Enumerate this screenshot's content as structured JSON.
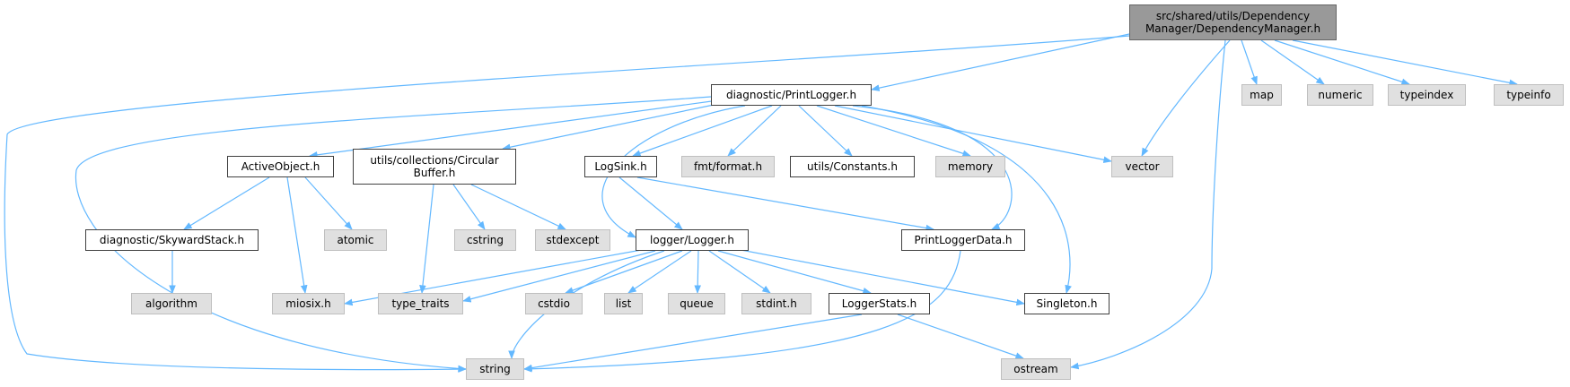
{
  "colors": {
    "edge": "#63b8ff",
    "node_border": "#404040",
    "external_fill": "#e0e0e0",
    "external_border": "#bfbfbf",
    "root_fill": "#999999"
  },
  "nodes": {
    "root": "src/shared/utils/Dependency\nManager/DependencyManager.h",
    "printlogger": "diagnostic/PrintLogger.h",
    "map": "map",
    "numeric": "numeric",
    "typeindex": "typeindex",
    "typeinfo": "typeinfo",
    "activeobject": "ActiveObject.h",
    "circularbuffer": "utils/collections/Circular\nBuffer.h",
    "logsink": "LogSink.h",
    "fmtformat": "fmt/format.h",
    "constants": "utils/Constants.h",
    "memory": "memory",
    "vector": "vector",
    "skywardstack": "diagnostic/SkywardStack.h",
    "atomic": "atomic",
    "cstring": "cstring",
    "stdexcept": "stdexcept",
    "logger": "logger/Logger.h",
    "printloggerdata": "PrintLoggerData.h",
    "algorithm": "algorithm",
    "miosix": "miosix.h",
    "typetraits": "type_traits",
    "cstdio": "cstdio",
    "list": "list",
    "queue": "queue",
    "stdint": "stdint.h",
    "loggerstats": "LoggerStats.h",
    "singleton": "Singleton.h",
    "string": "string",
    "ostream": "ostream"
  }
}
